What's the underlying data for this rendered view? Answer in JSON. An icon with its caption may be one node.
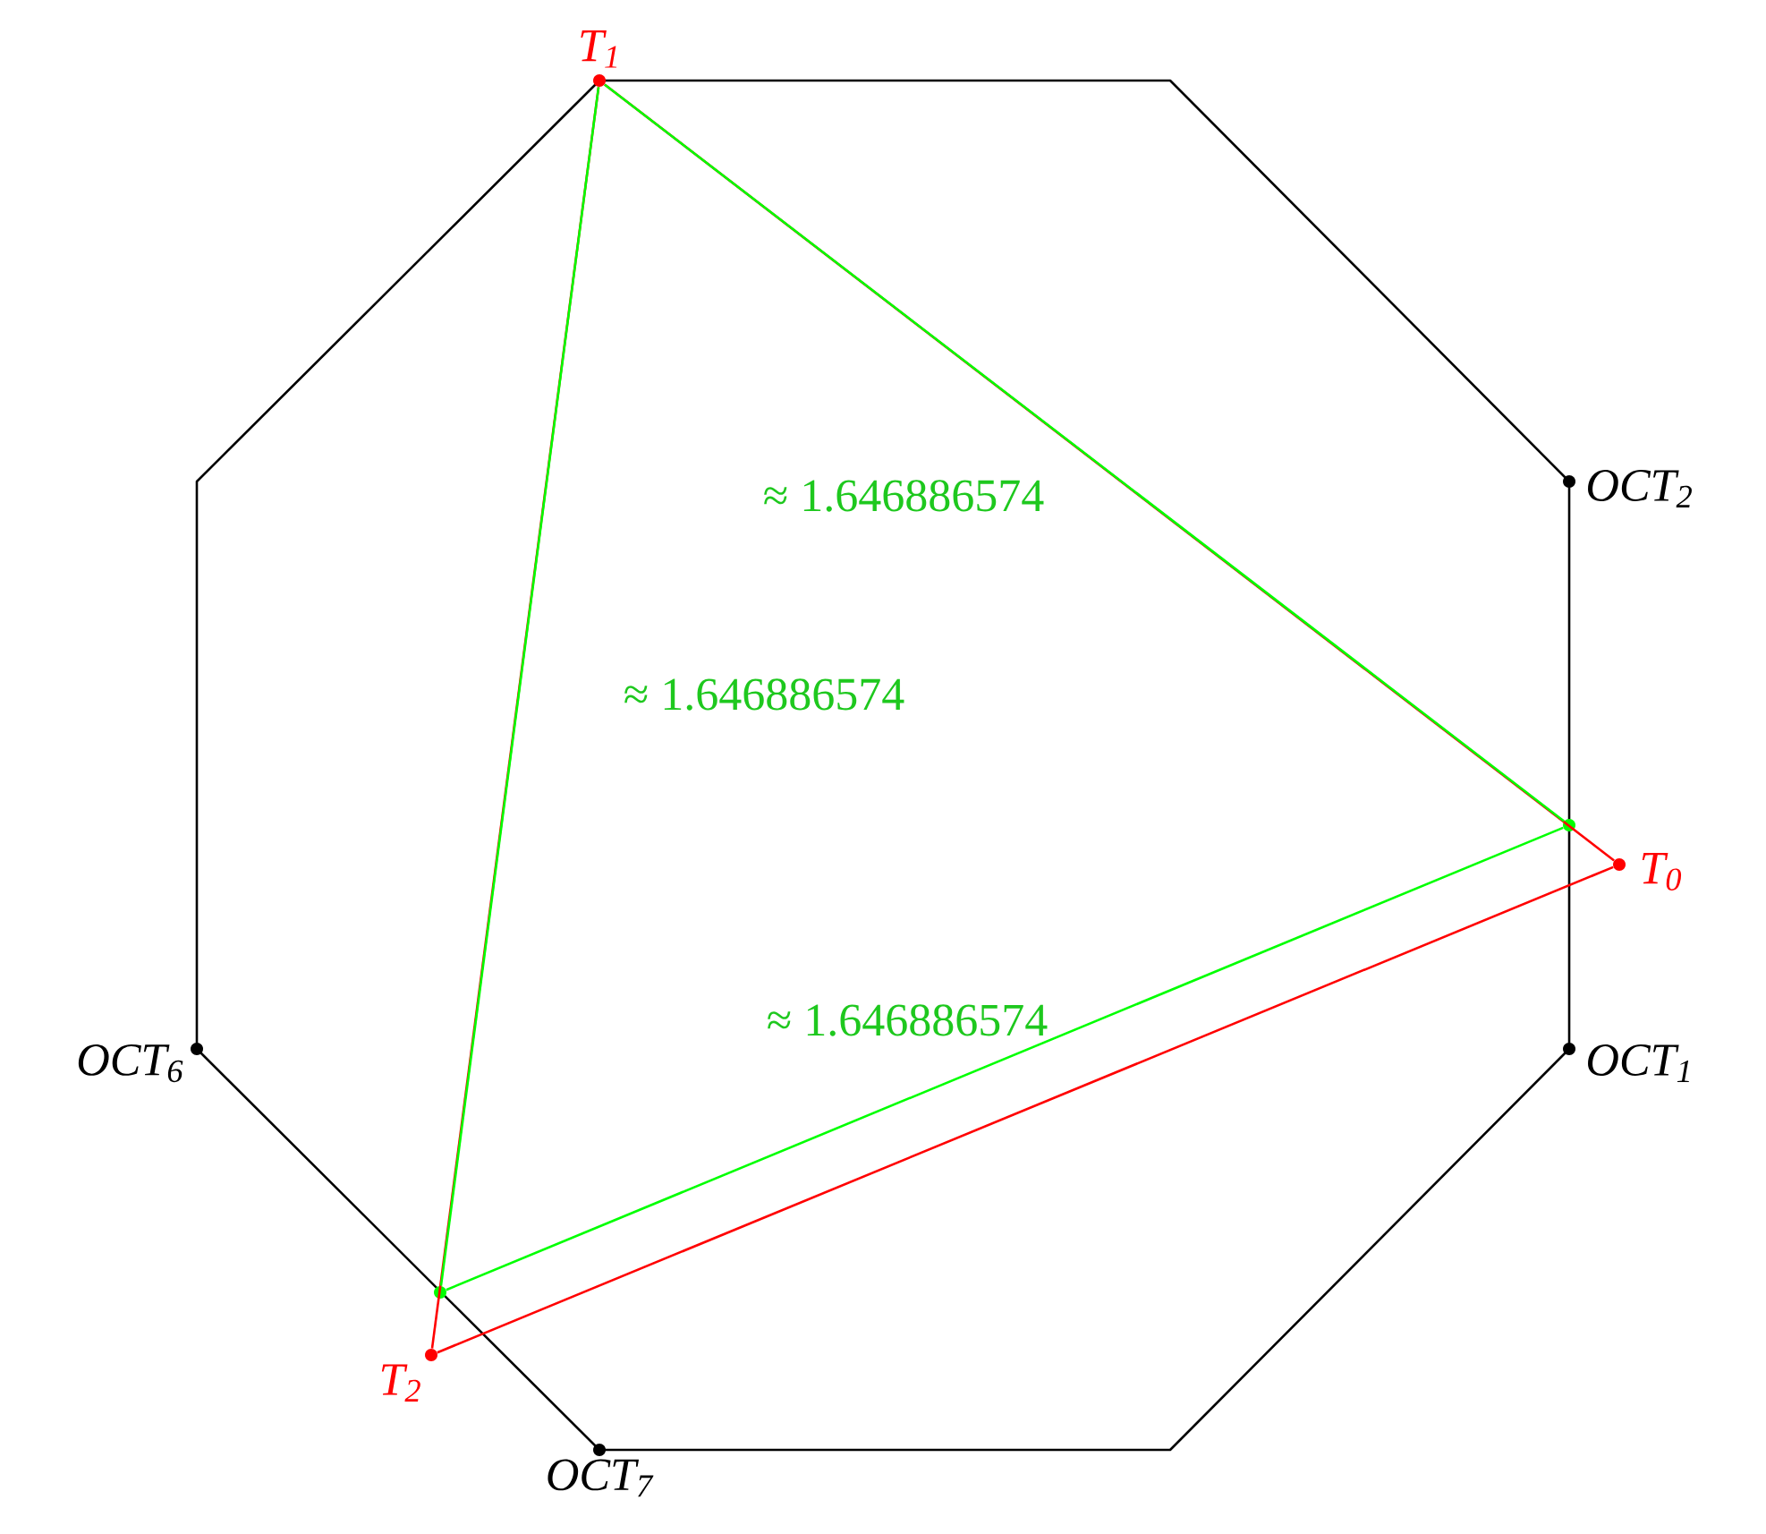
{
  "diagram": {
    "nodes": [
      {
        "text": [
          "T$_{1}$"
        ]
      },
      {
        "text": [
          "T$_{0}$"
        ]
      },
      {
        "text": [
          "T$_{2}$"
        ]
      },
      {
        "text": [],
        "shape": "circle"
      },
      {
        "text": [],
        "shape": "circle"
      },
      {
        "text": [
          "OCT$_{2}$"
        ]
      },
      {
        "text": [
          "OCT$_{1}$"
        ]
      },
      {
        "text": [
          "OCT$_{6}$"
        ]
      },
      {
        "text": [
          "OCT$_{7}$"
        ]
      }
    ],
    "edges": [
      {
        "from": 0,
        "to": 1,
        "arrow": "none",
        "color": "#ff0000"
      },
      {
        "from": 1,
        "to": 2,
        "arrow": "none",
        "color": "#ff0000"
      },
      {
        "from": 2,
        "to": 0,
        "arrow": "none",
        "color": "#ff0000"
      },
      {
        "from": 0,
        "to": 3,
        "arrow": "none",
        "color": "#00ff00",
        "label": "≈ 1.646886574"
      },
      {
        "from": 3,
        "to": 4,
        "arrow": "none",
        "color": "#00ff00",
        "label": "≈ 1.646886574"
      },
      {
        "from": 4,
        "to": 0,
        "arrow": "none",
        "color": "#00ff00",
        "label": "≈ 1.646886574"
      }
    ]
  }
}
